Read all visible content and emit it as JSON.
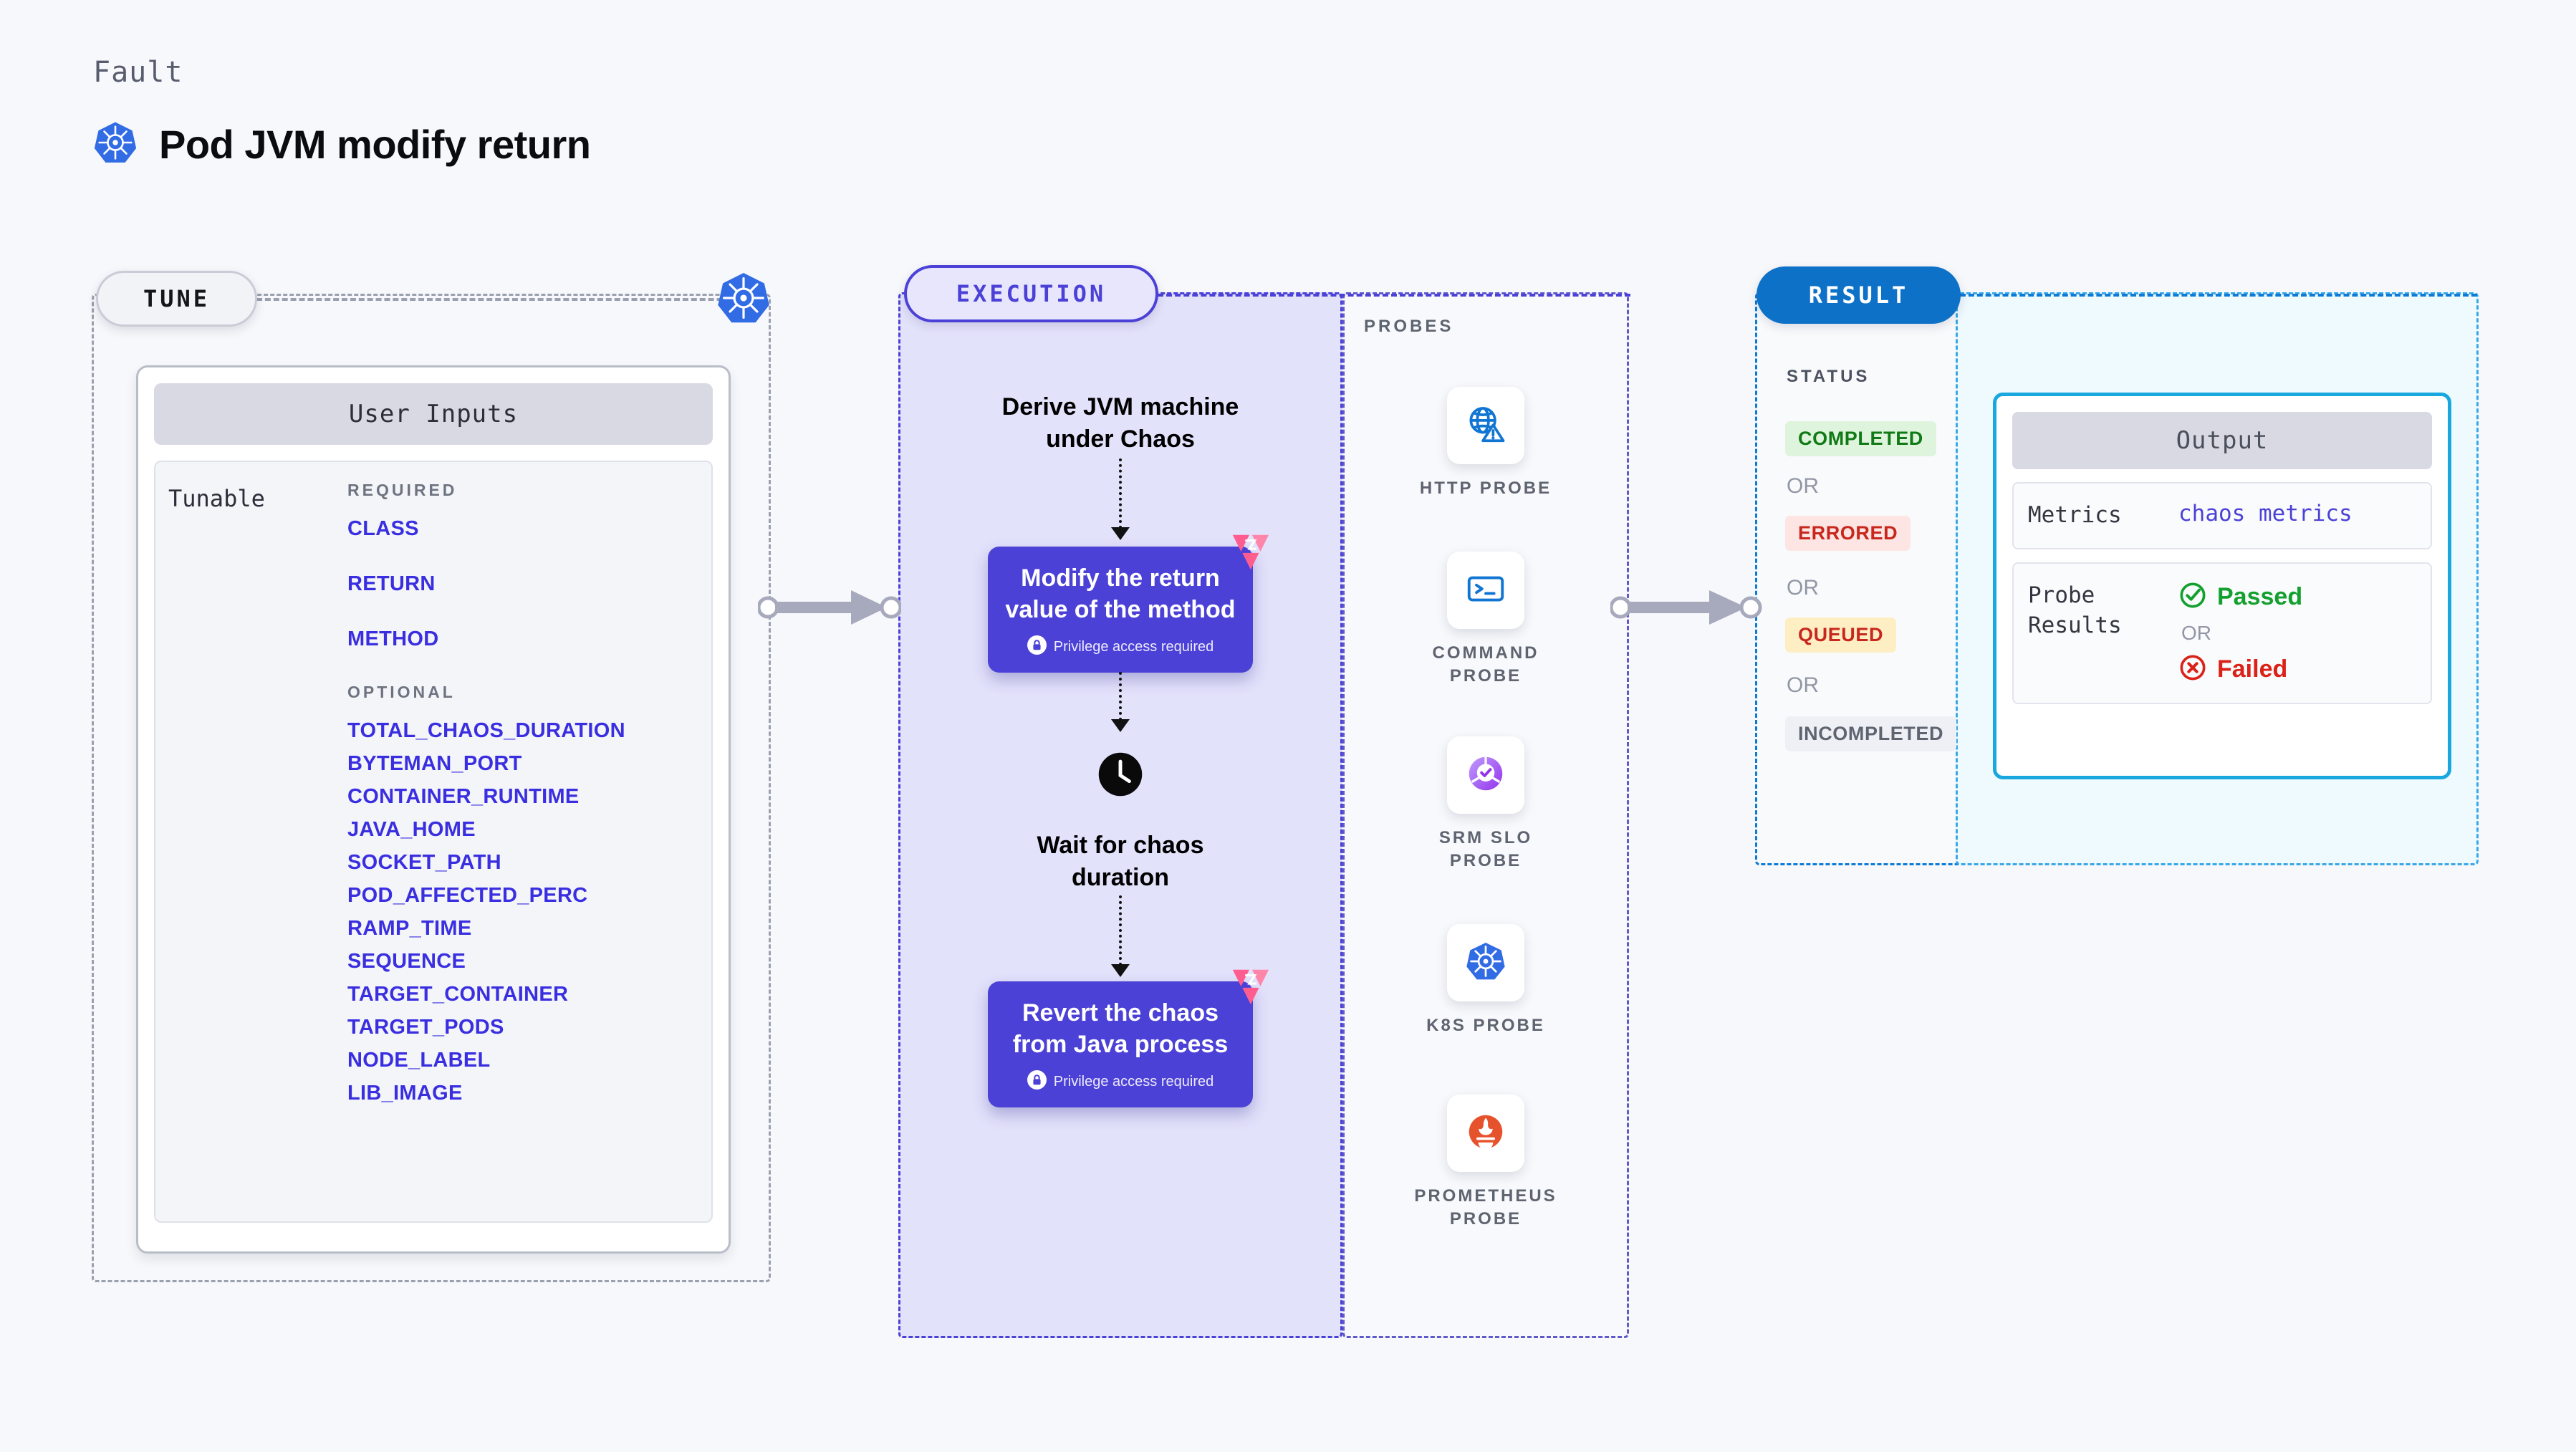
{
  "header": {
    "eyebrow": "Fault",
    "title": "Pod JVM modify return",
    "icon": "kubernetes-icon"
  },
  "tune": {
    "stage_label": "TUNE",
    "card_title": "User Inputs",
    "left_label": "Tunable",
    "required_label": "REQUIRED",
    "optional_label": "OPTIONAL",
    "required": [
      "CLASS",
      "RETURN",
      "METHOD"
    ],
    "optional": [
      "TOTAL_CHAOS_DURATION",
      "BYTEMAN_PORT",
      "CONTAINER_RUNTIME",
      "JAVA_HOME",
      "SOCKET_PATH",
      "POD_AFFECTED_PERC",
      "RAMP_TIME",
      "SEQUENCE",
      "TARGET_CONTAINER",
      "TARGET_PODS",
      "NODE_LABEL",
      "LIB_IMAGE"
    ]
  },
  "execution": {
    "stage_label": "EXECUTION",
    "step_1": "Derive JVM machine\nunder Chaos",
    "card_1": {
      "title": "Modify the return\nvalue of the method",
      "privilege_note": "Privilege access required",
      "lock_icon": "lock-icon",
      "brand_icon": "harness-icon"
    },
    "wait_step": "Wait for chaos\nduration",
    "wait_icon": "clock-icon",
    "card_2": {
      "title": "Revert the chaos\nfrom Java process",
      "privilege_note": "Privilege access required",
      "lock_icon": "lock-icon",
      "brand_icon": "harness-icon"
    }
  },
  "probes": {
    "section_label": "PROBES",
    "items": [
      {
        "label": "HTTP PROBE",
        "icon": "globe-warning-icon"
      },
      {
        "label": "COMMAND\nPROBE",
        "icon": "terminal-icon"
      },
      {
        "label": "SRM SLO\nPROBE",
        "icon": "srm-slo-icon"
      },
      {
        "label": "K8S PROBE",
        "icon": "kubernetes-icon"
      },
      {
        "label": "PROMETHEUS\nPROBE",
        "icon": "prometheus-icon"
      }
    ]
  },
  "result": {
    "stage_label": "RESULT",
    "status_label": "STATUS",
    "or_label": "OR",
    "statuses": [
      {
        "label": "COMPLETED",
        "bg": "#dff4dd",
        "fg": "#117a16"
      },
      {
        "label": "ERRORED",
        "bg": "#fce5e3",
        "fg": "#c9271d"
      },
      {
        "label": "QUEUED",
        "bg": "#fdeec4",
        "fg": "#c9271d"
      },
      {
        "label": "INCOMPLETED",
        "bg": "#eff0f5",
        "fg": "#5e6470"
      }
    ]
  },
  "output": {
    "card_title": "Output",
    "metrics_label": "Metrics",
    "metrics_value": "chaos metrics",
    "probe_results_label": "Probe\nResults",
    "passed_label": "Passed",
    "failed_label": "Failed",
    "or_label": "OR",
    "passed_icon": "check-circle-icon",
    "failed_icon": "x-circle-icon"
  },
  "colors": {
    "brand_purple": "#4b41d6",
    "brand_pink": "#ff5d8f",
    "k8s_blue": "#326ce5",
    "result_blue": "#0d71c8",
    "output_cyan": "#19a7e0",
    "param_blue": "#3a2fe0"
  }
}
